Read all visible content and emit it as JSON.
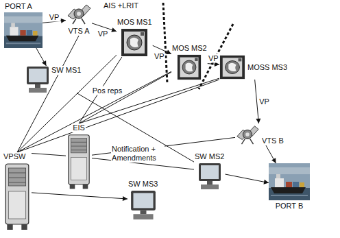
{
  "diagram": {
    "nodes": [
      {
        "text": [
          "PORT A"
        ]
      },
      {
        "text": [
          "VTS A"
        ]
      },
      {
        "text": [
          "MOS MS1"
        ]
      },
      {
        "text": [
          "MOS MS2"
        ]
      },
      {
        "text": [
          "MOSS MS3"
        ]
      },
      {
        "text": [
          "VTS B"
        ]
      },
      {
        "text": [
          "PORT B"
        ]
      },
      {
        "text": [
          "SW MS1"
        ]
      },
      {
        "text": [
          "SW MS2"
        ]
      },
      {
        "text": [
          "SW MS3"
        ]
      },
      {
        "text": [
          "VPSW"
        ]
      },
      {
        "text": [
          "EIS"
        ]
      }
    ],
    "edges": [
      {
        "from": 0,
        "to": 1,
        "arrow": "to",
        "label": "VP"
      },
      {
        "from": 1,
        "to": 2,
        "arrow": "to",
        "label": "VP"
      },
      {
        "from": 2,
        "to": 3,
        "arrow": "to",
        "label": "VP"
      },
      {
        "from": 3,
        "to": 4,
        "arrow": "to",
        "label": "VP"
      },
      {
        "from": 4,
        "to": 5,
        "arrow": "to",
        "label": "VP"
      },
      {
        "from": 5,
        "to": 6,
        "arrow": "to"
      },
      {
        "from": 0,
        "to": 7,
        "arrow": "to"
      },
      {
        "from": 8,
        "to": 6,
        "arrow": "to"
      },
      {
        "from": 10,
        "to": 9,
        "arrow": "to"
      },
      {
        "from": 7,
        "to": 8,
        "arrow": "none"
      },
      {
        "from": 11,
        "to": 8,
        "arrow": "none",
        "label": "Notification + Amendments"
      },
      {
        "from": 10,
        "to": 1,
        "arrow": "none"
      },
      {
        "from": 10,
        "to": 2,
        "arrow": "none"
      },
      {
        "from": 10,
        "to": 3,
        "arrow": "none"
      },
      {
        "from": 10,
        "to": 4,
        "arrow": "none"
      },
      {
        "from": 11,
        "to": 2,
        "arrow": "none",
        "label": "Pos reps"
      },
      {
        "from": 11,
        "to": 3,
        "arrow": "none"
      },
      {
        "from": 11,
        "to": 4,
        "arrow": "none"
      },
      {
        "from": 11,
        "to": 5,
        "arrow": "none"
      },
      {
        "from": 10,
        "to": 11,
        "arrow": "none"
      }
    ],
    "labels": [
      "AIS +LRIT"
    ]
  }
}
